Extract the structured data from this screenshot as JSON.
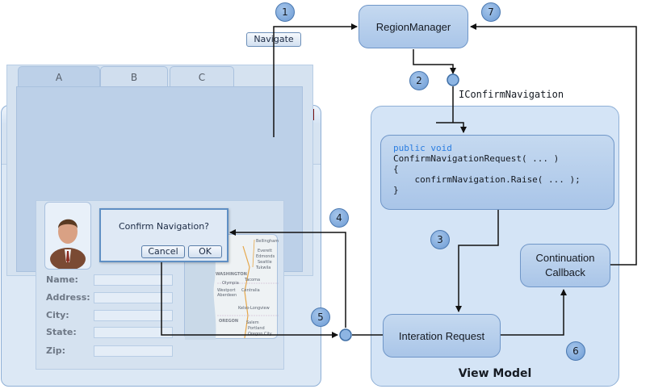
{
  "diagram": {
    "view_title": "View Model",
    "interface_label": "IConfirmNavigation",
    "nodes": {
      "region_manager": "RegionManager",
      "interation_request": "Interation Request",
      "continuation_callback": [
        "Continuation",
        "Callback"
      ]
    },
    "code": [
      {
        "text": "public void",
        "kind": "keyword"
      },
      {
        "text": "ConfirmNavigationRequest( ... )",
        "kind": "plain"
      },
      {
        "text": "{",
        "kind": "plain"
      },
      {
        "text": "    confirmNavigation.Raise( ... );",
        "kind": "plain"
      },
      {
        "text": "}",
        "kind": "plain"
      }
    ],
    "steps": [
      "1",
      "2",
      "3",
      "4",
      "5",
      "6",
      "7"
    ]
  },
  "app_window": {
    "close_glyph": "X",
    "navigate_button": "Navigate",
    "tabs": [
      "A",
      "B",
      "C"
    ],
    "form_fields": [
      "Name:",
      "Address:",
      "City:",
      "State:",
      "Zip:"
    ],
    "map": {
      "state_labels": [
        "WASHINGTON",
        "OREGON"
      ],
      "city_labels": [
        "Bellingham",
        "Everett",
        "Edmonds",
        "Seattle",
        "Tukwila",
        "Olympia",
        "Centralia",
        "Kelso-Longview",
        "Salem",
        "Portland",
        "Oregon City",
        "Tacoma",
        "Westport",
        "Aberdeen"
      ]
    },
    "dialog": {
      "title": "Confirm Navigation?",
      "cancel_label": "Cancel",
      "ok_label": "OK"
    }
  },
  "colors": {
    "box_fill": "#a9c5e8",
    "box_border": "#6f96c8",
    "arrow": "#111111",
    "keyword": "#2a7de1",
    "close_red": "#c7201a"
  }
}
